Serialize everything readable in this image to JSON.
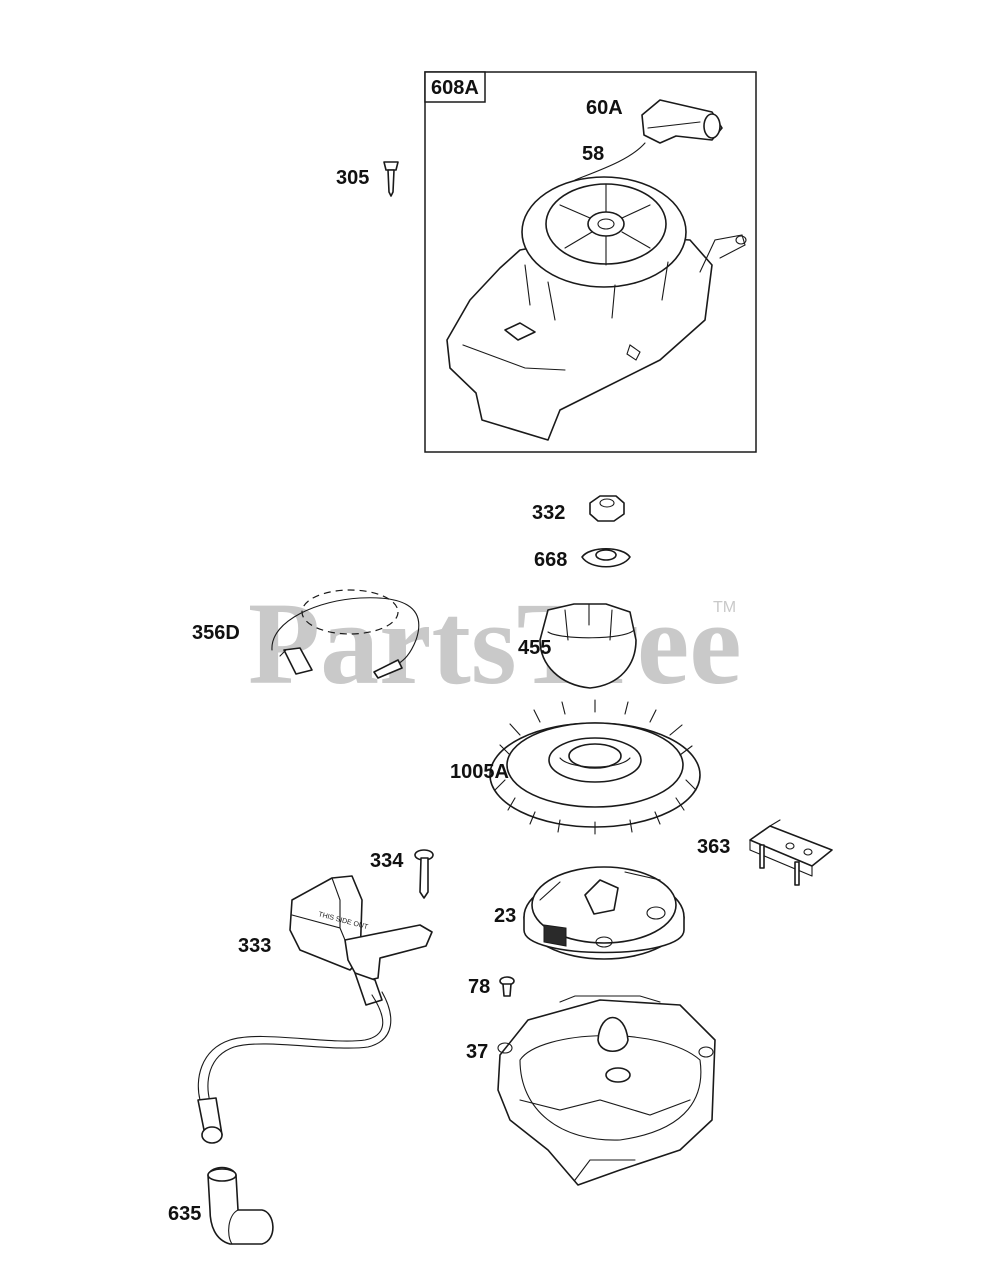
{
  "watermark": {
    "text": "PartsTree",
    "trademark": "TM"
  },
  "box_label": "608A",
  "labels": {
    "p60A": "60A",
    "p58": "58",
    "p305": "305",
    "p332": "332",
    "p668": "668",
    "p356D": "356D",
    "p455": "455",
    "p1005A": "1005A",
    "p363": "363",
    "p334": "334",
    "p23": "23",
    "p333": "333",
    "p78": "78",
    "p37": "37",
    "p635": "635"
  }
}
